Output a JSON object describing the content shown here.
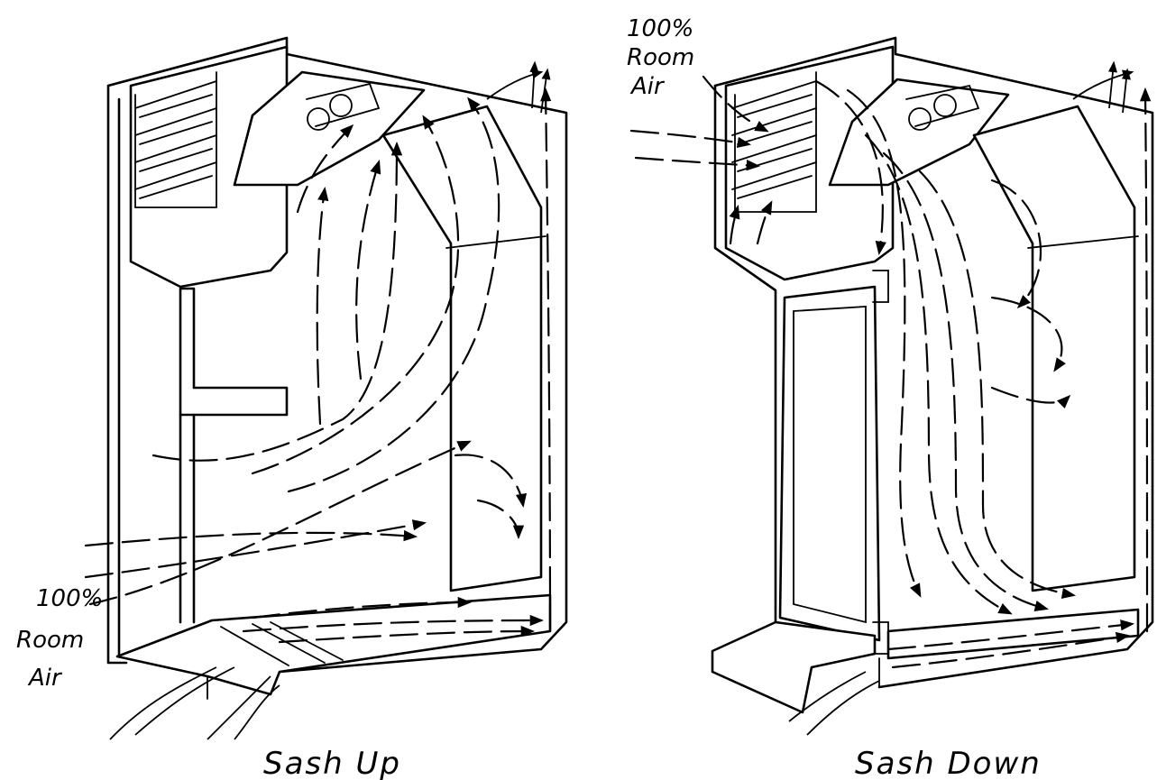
{
  "figure": {
    "left_panel": {
      "caption": "Sash Up",
      "air_label": [
        "100%",
        "Room",
        "Air"
      ]
    },
    "right_panel": {
      "caption": "Sash Down",
      "air_label": [
        "100%",
        "Room",
        "Air"
      ]
    }
  },
  "colors": {
    "ink": "#000000",
    "paper": "#ffffff"
  }
}
